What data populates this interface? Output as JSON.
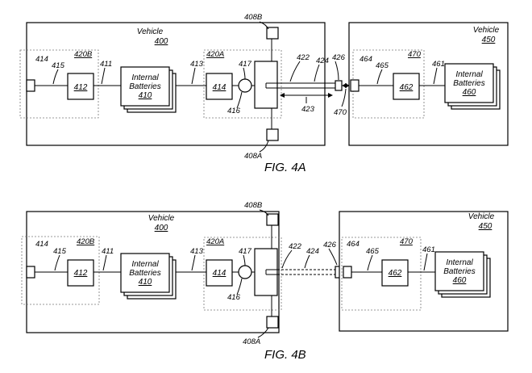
{
  "figure_a": {
    "caption": "FIG. 4A",
    "vehicle_left": {
      "title": "Vehicle",
      "number": "400"
    },
    "vehicle_right": {
      "title": "Vehicle",
      "number": "450"
    },
    "batteries_left": {
      "line1": "Internal",
      "line2": "Batteries",
      "number": "410"
    },
    "batteries_right": {
      "line1": "Internal",
      "line2": "Batteries",
      "number": "460"
    },
    "refs": {
      "r420B": "420B",
      "r420A": "420A",
      "r414a": "414",
      "r415": "415",
      "r412": "412",
      "r411": "411",
      "r413": "413",
      "r414b": "414",
      "r417": "417",
      "r416": "416",
      "r408B": "408B",
      "r408A": "408A",
      "r422": "422",
      "r424": "424",
      "r423": "423",
      "r426": "426",
      "r470a": "470",
      "r470b": "470",
      "r464": "464",
      "r465": "465",
      "r462": "462",
      "r461": "461"
    }
  },
  "figure_b": {
    "caption": "FIG. 4B",
    "vehicle_left": {
      "title": "Vehicle",
      "number": "400"
    },
    "vehicle_right": {
      "title": "Vehicle",
      "number": "450"
    },
    "batteries_left": {
      "line1": "Internal",
      "line2": "Batteries",
      "number": "410"
    },
    "batteries_right": {
      "line1": "Internal",
      "line2": "Batteries",
      "number": "460"
    },
    "refs": {
      "r420B": "420B",
      "r420A": "420A",
      "r414a": "414",
      "r415": "415",
      "r412": "412",
      "r411": "411",
      "r413": "413",
      "r414b": "414",
      "r417": "417",
      "r416": "416",
      "r408B": "408B",
      "r408A": "408A",
      "r422": "422",
      "r424": "424",
      "r426": "426",
      "r470": "470",
      "r464": "464",
      "r465": "465",
      "r462": "462",
      "r461": "461"
    }
  }
}
